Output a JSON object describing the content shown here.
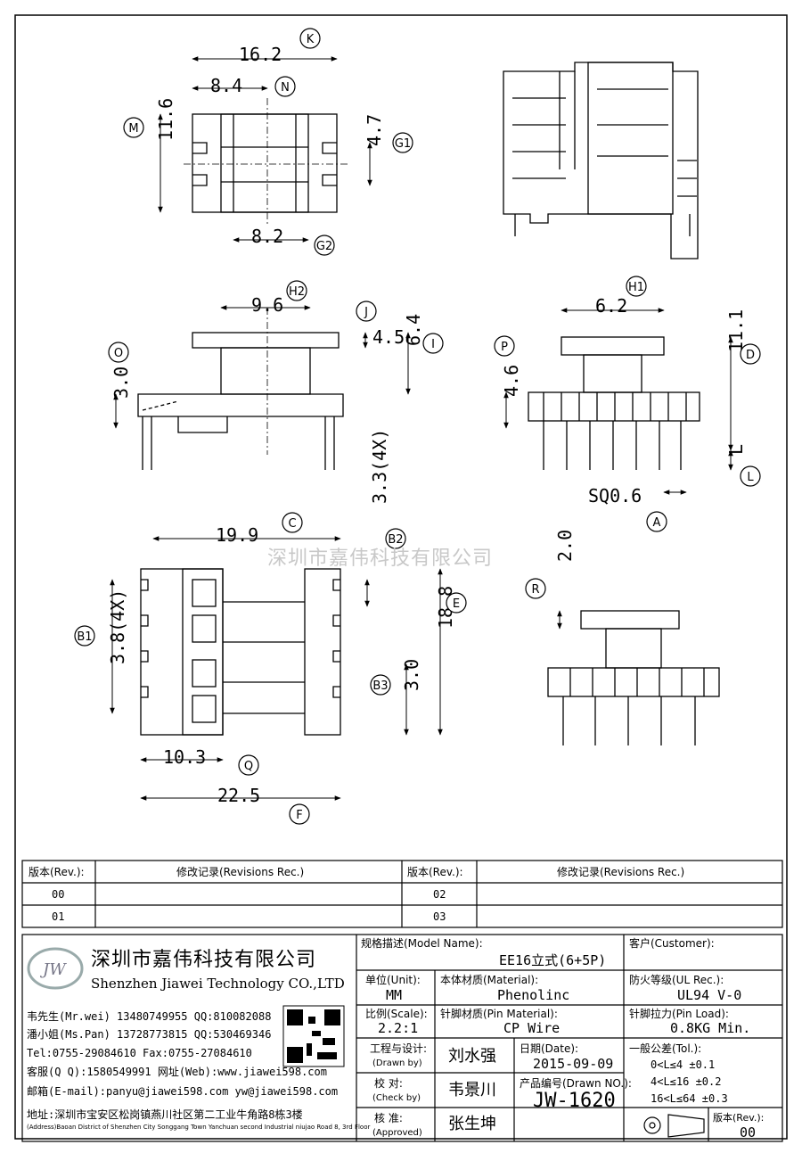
{
  "dims": {
    "K": "16.2",
    "N": "8.4",
    "M": "11.6",
    "G1": "4.7",
    "G2": "8.2",
    "H2": "9.6",
    "J": "4.5",
    "I": "6.4",
    "O": "3.0",
    "H1": "6.2",
    "P": "4.6",
    "D": "11.1",
    "L": "L",
    "A": "SQ0.6",
    "C": "19.9",
    "B2": "3.3(4X)",
    "E": "18.8",
    "B1": "3.8(4X)",
    "B3": "3.0",
    "Q": "10.3",
    "F": "22.5",
    "R": "2.0"
  },
  "balloons": [
    "K",
    "N",
    "M",
    "G1",
    "G2",
    "H2",
    "J",
    "I",
    "O",
    "H1",
    "P",
    "D",
    "L",
    "A",
    "C",
    "B2",
    "E",
    "B1",
    "B3",
    "Q",
    "F",
    "R"
  ],
  "watermark": "深圳市嘉伟科技有限公司",
  "rev_table": {
    "h_rev": "版本(Rev.):",
    "h_rec": "修改记录(Revisions Rec.)",
    "rows": [
      "00",
      "01",
      "02",
      "03"
    ]
  },
  "company": {
    "logo": "JW",
    "name_cn": "深圳市嘉伟科技有限公司",
    "name_en": "Shenzhen Jiawei Technology CO.,LTD",
    "contacts": [
      "韦先生(Mr.wei) 13480749955 QQ:810082088",
      "潘小姐(Ms.Pan) 13728773815 QQ:530469346",
      "Tel:0755-29084610     Fax:0755-27084610",
      "客服(Q Q):1580549991  网址(Web):www.jiawei598.com",
      "邮箱(E-mail):panyu@jiawei598.com  yw@jiawei598.com",
      "地址:深圳市宝安区松岗镇燕川社区第二工业牛角路8栋3楼"
    ],
    "address_en": "(Address)Baoan District of Shenzhen City Songgang Town Yanchuan  second Industrial niujao Road 8, 3rd Floor"
  },
  "title_block": {
    "model_label": "规格描述(Model Name):",
    "model": "EE16立式(6+5P)",
    "customer_label": "客户(Customer):",
    "unit_label": "单位(Unit):",
    "unit": "MM",
    "material_label": "本体材质(Material):",
    "material": "Phenolinc",
    "ul_label": "防火等级(UL Rec.):",
    "ul": "UL94 V-0",
    "scale_label": "比例(Scale):",
    "scale": "2.2:1",
    "pin_mat_label": "针脚材质(Pin Material):",
    "pin_mat": "CP Wire",
    "pin_load_label": "针脚拉力(Pin Load):",
    "pin_load": "0.8KG Min.",
    "drawn_label": "工程与设计:",
    "drawn_sub": "(Drawn by)",
    "drawn": "刘水强",
    "date_label": "日期(Date):",
    "date": "2015-09-09",
    "check_label": "校  对:",
    "check_sub": "(Check by)",
    "check": "韦景川",
    "drawno_label": "产品编号(Drawn NO.):",
    "drawno": "JW-1620",
    "appr_label": "核  准:",
    "appr_sub": "(Approved)",
    "appr": "张生坤",
    "tol_label": "一般公差(Tol.):",
    "tol": [
      "0<L≤4    ±0.1",
      "4<L≤16   ±0.2",
      "16<L≤64  ±0.3"
    ],
    "ver_label": "版本(Rev.):",
    "ver": "00"
  }
}
